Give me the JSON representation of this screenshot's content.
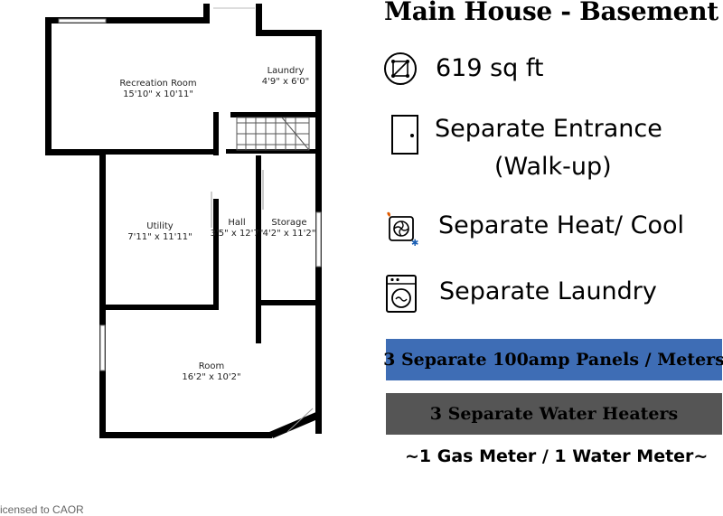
{
  "title": "Main House - Basement",
  "rooms": [
    {
      "key": "rec",
      "name": "Recreation Room",
      "dims": "15'10\" x 10'11\""
    },
    {
      "key": "laundry",
      "name": "Laundry",
      "dims": "4'9\" x 6'0\""
    },
    {
      "key": "utility",
      "name": "Utility",
      "dims": "7'11\" x 11'11\""
    },
    {
      "key": "hall",
      "name": "Hall",
      "dims": "3'5\" x 12'7\""
    },
    {
      "key": "storage",
      "name": "Storage",
      "dims": "4'2\" x 11'2\""
    },
    {
      "key": "room",
      "name": "Room",
      "dims": "16'2\" x 10'2\""
    }
  ],
  "features": [
    {
      "icon": "floor-area-icon",
      "text": "619 sq ft"
    },
    {
      "icon": "door-icon",
      "text": "Separate Entrance"
    },
    {
      "icon": "door-icon",
      "text": "(Walk-up)"
    },
    {
      "icon": "hvac-icon",
      "text": "Separate Heat/ Cool"
    },
    {
      "icon": "washing-machine-icon",
      "text": "Separate Laundry"
    }
  ],
  "panels": [
    {
      "text": "3 Separate 100amp Panels / Meters",
      "color": "#3e6db5"
    },
    {
      "text": "3 Separate Water Heaters",
      "color": "#555555"
    }
  ],
  "footnote": "~1 Gas Meter / 1 Water Meter~",
  "credit": "icensed to CAOR"
}
